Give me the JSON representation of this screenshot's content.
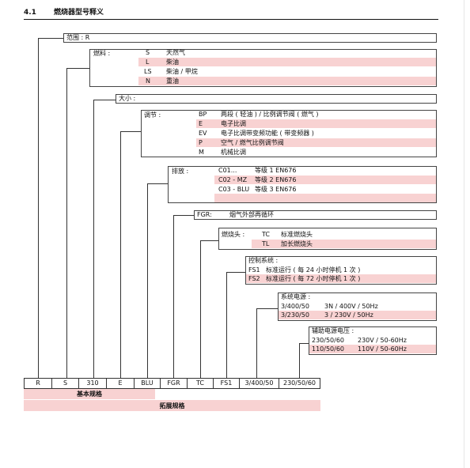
{
  "header": {
    "number": "4.1",
    "title": "燃烧器型号释义"
  },
  "range_label": "范围 : R",
  "fuel": {
    "label": "燃料 :",
    "rows": [
      {
        "code": "S",
        "desc": "天然气"
      },
      {
        "code": "L",
        "desc": "柴油"
      },
      {
        "code": "LS",
        "desc": "柴油 / 甲烷"
      },
      {
        "code": "N",
        "desc": "重油"
      }
    ]
  },
  "size_label": "大小 :",
  "regulation": {
    "label": "调节 :",
    "rows": [
      {
        "code": "BP",
        "desc": "两段 ( 轻油 ) / 比例调节阀 ( 燃气 )"
      },
      {
        "code": "E",
        "desc": "电子比调"
      },
      {
        "code": "EV",
        "desc": "电子比调带变频功能 ( 带变频器 )"
      },
      {
        "code": "P",
        "desc": "空气 / 燃气比例调节阀"
      },
      {
        "code": "M",
        "desc": "机械比调"
      }
    ]
  },
  "emission": {
    "label": "排放 :",
    "rows": [
      {
        "code": "C01...",
        "desc": "等级 1 EN676"
      },
      {
        "code": "C02 - MZ",
        "desc": "等级 2 EN676"
      },
      {
        "code": "C03 - BLU",
        "desc": "等级 3 EN676"
      }
    ]
  },
  "fgr": {
    "label": "FGR:",
    "desc": "烟气外部再循环"
  },
  "head": {
    "label": "燃烧头 :",
    "rows": [
      {
        "code": "TC",
        "desc": "标准燃烧头"
      },
      {
        "code": "TL",
        "desc": "加长燃烧头"
      }
    ]
  },
  "control": {
    "label": "控制系统 :",
    "rows": [
      {
        "code": "FS1",
        "desc": "标准运行 ( 每 24 小时停机 1 次 )"
      },
      {
        "code": "FS2",
        "desc": "标准运行 ( 每 72 小时停机 1 次 )"
      }
    ]
  },
  "power": {
    "label": "系统电源 :",
    "rows": [
      {
        "code": "3/400/50",
        "desc": "3N / 400V / 50Hz"
      },
      {
        "code": "3/230/50",
        "desc": "3 / 230V / 50Hz"
      }
    ]
  },
  "aux": {
    "label": "辅助电源电压 :",
    "rows": [
      {
        "code": "230/50/60",
        "desc": "230V / 50-60Hz"
      },
      {
        "code": "110/50/60",
        "desc": "110V / 50-60Hz"
      }
    ]
  },
  "model_cells": [
    "R",
    "S",
    "310",
    "E",
    "BLU",
    "FGR",
    "TC",
    "FS1",
    "3/400/50",
    "230/50/60"
  ],
  "footer": {
    "basic": "基本规格",
    "extended": "拓展规格"
  }
}
